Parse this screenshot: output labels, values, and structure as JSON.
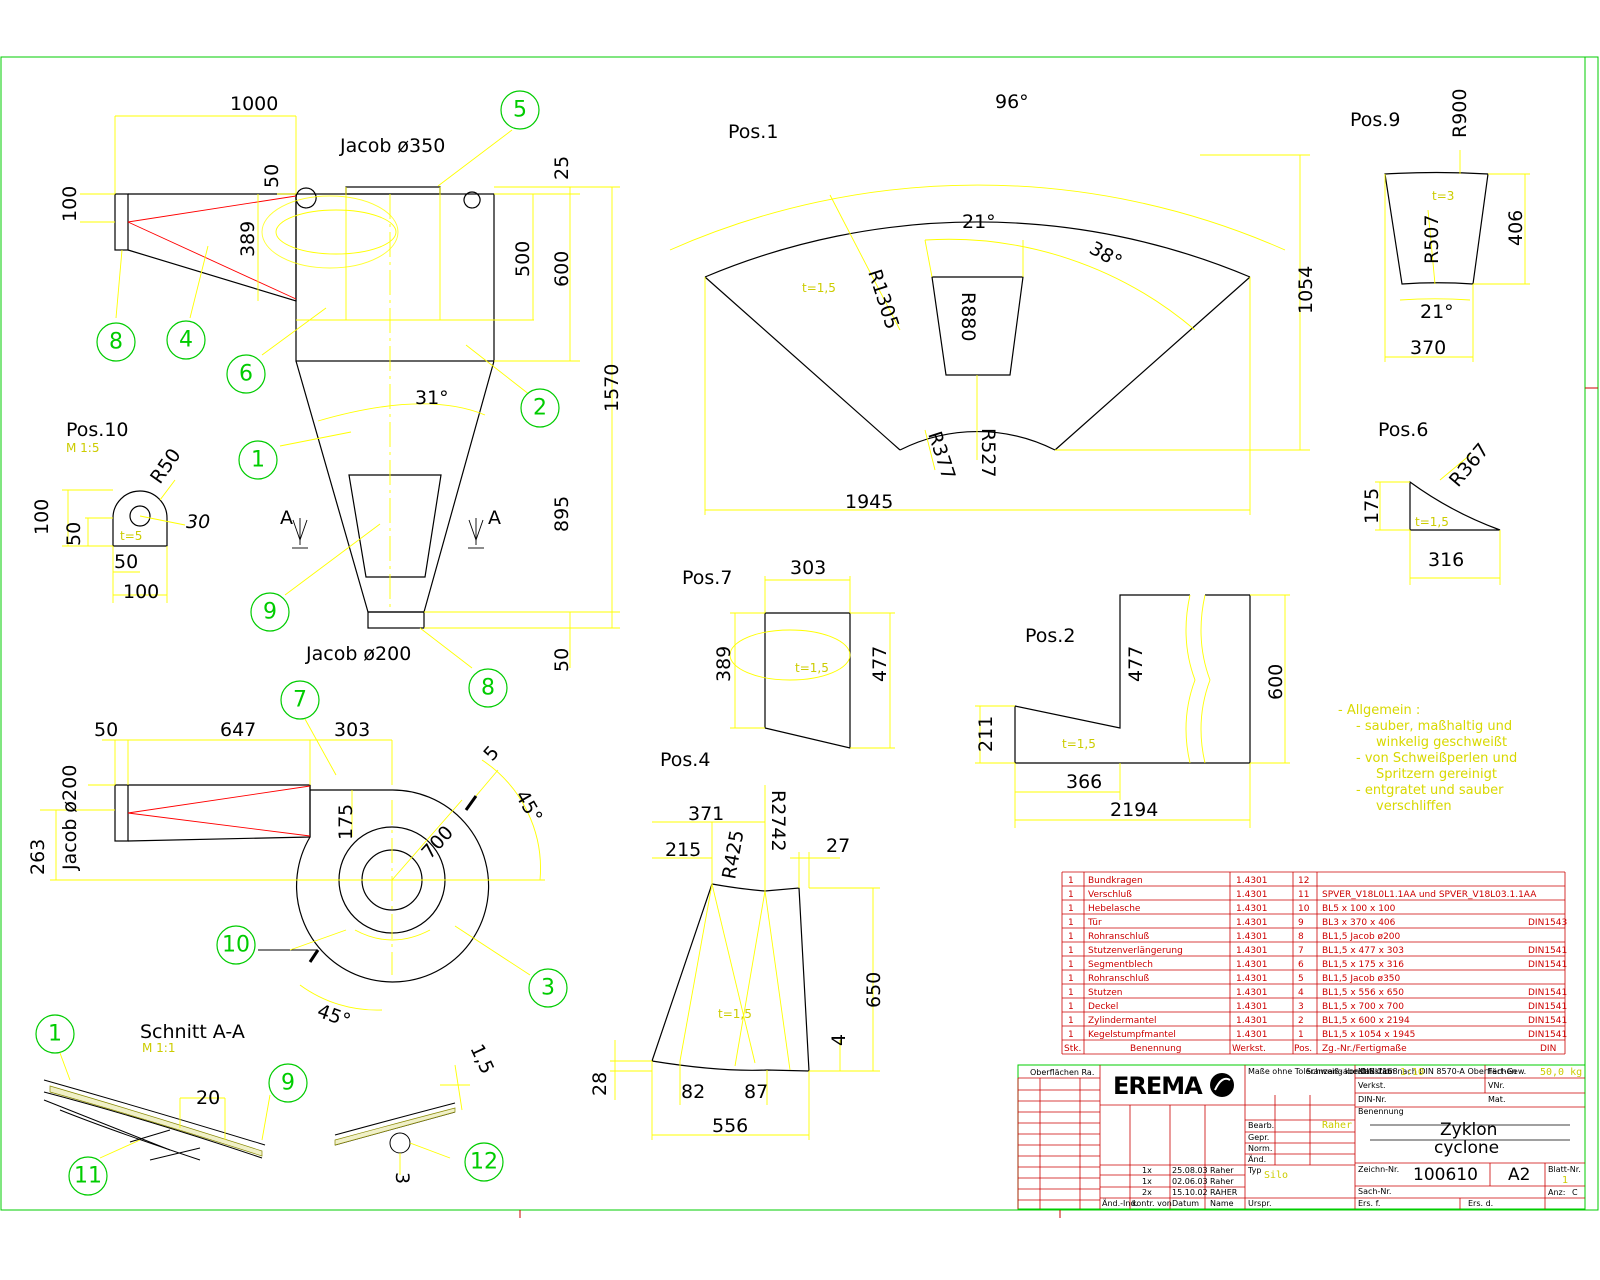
{
  "colors": {
    "frame": "#00cc00",
    "outline": "#000000",
    "dimension": "#ffff00",
    "hidden": "#ff0000",
    "bubble": "#00cc00"
  },
  "labels": {
    "jacob350": "Jacob ø350",
    "jacob200_b": "Jacob ø200",
    "jacob200_v": "Jacob ø200",
    "section_a1": "A",
    "section_a2": "A",
    "pos1": "Pos.1",
    "pos2": "Pos.2",
    "pos4": "Pos.4",
    "pos6": "Pos.6",
    "pos7": "Pos.7",
    "pos9": "Pos.9",
    "pos10": "Pos.10",
    "pos10_scale": "M 1:5",
    "schnitt": "Schnitt A-A",
    "schnitt_scale": "M 1:1"
  },
  "dims": {
    "main_1000": "1000",
    "main_50": "50",
    "main_100": "100",
    "main_389": "389",
    "main_25": "25",
    "main_500": "500",
    "main_600": "600",
    "main_1570": "1570",
    "main_31deg": "31°",
    "main_895": "895",
    "main_50b": "50",
    "p10_R50": "R50",
    "p10_100": "100",
    "p10_50": "50",
    "p10_30": "30",
    "p10_50b": "50",
    "p10_100b": "100",
    "p10_t": "t=5",
    "top_50": "50",
    "top_647": "647",
    "top_303": "303",
    "top_263": "263",
    "top_175": "175",
    "top_700": "700",
    "top_5": "5",
    "top_45a": "45°",
    "top_45b": "45°",
    "s_20": "20",
    "s_15": "1,5",
    "s_3": "3",
    "p1_96": "96°",
    "p1_R1305": "R1305",
    "p1_21": "21°",
    "p1_38": "38°",
    "p1_R880": "R880",
    "p1_R377": "R377",
    "p1_R527": "R527",
    "p1_1054": "1054",
    "p1_1945": "1945",
    "p1_t": "t=1,5",
    "p9_R900": "R900",
    "p9_406": "406",
    "p9_R507": "R507",
    "p9_21": "21°",
    "p9_370": "370",
    "p9_t": "t=3",
    "p6_R367": "R367",
    "p6_175": "175",
    "p6_316": "316",
    "p6_t": "t=1,5",
    "p7_303": "303",
    "p7_389": "389",
    "p7_477": "477",
    "p7_t": "t=1,5",
    "p2_477": "477",
    "p2_600": "600",
    "p2_211": "211",
    "p2_366": "366",
    "p2_2194": "2194",
    "p2_t": "t=1,5",
    "p4_371": "371",
    "p4_R2742": "R2742",
    "p4_215": "215",
    "p4_R425": "R425",
    "p4_27": "27",
    "p4_650": "650",
    "p4_4": "4",
    "p4_28": "28",
    "p4_82": "82",
    "p4_87": "87",
    "p4_556": "556",
    "p4_t": "t=1,5"
  },
  "bubbles": [
    "5",
    "8",
    "4",
    "6",
    "2",
    "1",
    "9",
    "8",
    "7",
    "10",
    "3",
    "1",
    "9",
    "11",
    "12"
  ],
  "notes": {
    "title": "- Allgemein :",
    "lines": [
      "- sauber, maßhaltig und",
      "winkelig geschweißt",
      "- von Schweißperlen und",
      "Spritzern gereinigt",
      "- entgratet und sauber",
      "verschliffen"
    ]
  },
  "parts_list": {
    "rows": [
      {
        "pos": "12",
        "name": "Bundkragen",
        "mat": "1.4301",
        "desc": ""
      },
      {
        "pos": "11",
        "name": "Verschluß",
        "mat": "1.4301",
        "desc": "SPVER_V18L0L1.1AA und SPVER_V18L03.1.1AA"
      },
      {
        "pos": "10",
        "name": "Hebelasche",
        "mat": "1.4301",
        "desc": "BL5 x 100 x 100"
      },
      {
        "pos": "9",
        "name": "Tür",
        "mat": "1.4301",
        "desc": "BL3 x 370 x 406"
      },
      {
        "pos": "8",
        "name": "Rohranschluß",
        "mat": "1.4301",
        "desc": "BL1,5 Jacob ø200"
      },
      {
        "pos": "7",
        "name": "Stutzenverlängerung",
        "mat": "1.4301",
        "desc": "BL1,5 x 477 x 303"
      },
      {
        "pos": "6",
        "name": "Segmentblech",
        "mat": "1.4301",
        "desc": "BL1,5 x 175 x 316"
      },
      {
        "pos": "5",
        "name": "Rohranschluß",
        "mat": "1.4301",
        "desc": "BL1,5 Jacob ø350"
      },
      {
        "pos": "4",
        "name": "Stutzen",
        "mat": "1.4301",
        "desc": "BL1,5 x 556 x 650"
      },
      {
        "pos": "3",
        "name": "Deckel",
        "mat": "1.4301",
        "desc": "BL1,5 x 700 x 700"
      },
      {
        "pos": "2",
        "name": "Zylindermantel",
        "mat": "1.4301",
        "desc": "BL1,5 x 600 x 2194"
      },
      {
        "pos": "1",
        "name": "Kegelstumpfmantel",
        "mat": "1.4301",
        "desc": "BL1,5 x 1054 x 1945"
      }
    ],
    "std": [
      "",
      "",
      "",
      "DIN1543",
      "",
      "DIN1541",
      "DIN1541",
      "",
      "DIN1541",
      "DIN1541",
      "DIN1541",
      "DIN1541"
    ],
    "header": {
      "stk": "Stk.",
      "name": "Benennung",
      "mat": "Werkst.",
      "pos": "Pos.",
      "desc": "Zg.-Nr./Fertigmaße",
      "norm": "DIN"
    }
  },
  "title_block": {
    "logo": "EREMA",
    "name_de": "Zyklon",
    "name_en": "cyclone",
    "drawing_no": "100610",
    "format": "A2",
    "scale_label": "Maßstab",
    "scale": "1:10",
    "weight_label": "Fert-Gew.",
    "weight": "50,0 kg",
    "sheet_label": "Blatt-Nr.",
    "sheet": "1",
    "sheets_label": "Anz:",
    "sheets": "C",
    "surface_label": "Oberflächen Ra.",
    "drawn": "Raher",
    "revisions": [
      {
        "idx": "1x",
        "date": "25.08.03",
        "name": "Raher"
      },
      {
        "idx": "1x",
        "date": "02.06.03",
        "name": "Raher"
      },
      {
        "idx": "2x",
        "date": "15.10.02",
        "name": "RAHER"
      }
    ],
    "typ_label": "Typ",
    "typ": "Silo",
    "verkst": "Verkst.",
    "vnr": "VNr.",
    "din_nr": "DIN-Nr.",
    "mat": "Mat.",
    "benennung": "Benennung",
    "zeich_nr": "Zeichn-Nr.",
    "sach_nr": "Sach-Nr.",
    "ers_f": "Ers. f.",
    "ers_d": "Ers. d.",
    "urspr": "Urspr.",
    "aend": "Änd.-Ind.",
    "kontr": "kontr. von",
    "datum": "Datum",
    "name": "Name",
    "bearb": "Bearb.",
    "gepr": "Gepr.",
    "norm": "Norm.",
    "aend2": "Änd.",
    "tol": "Maße ohne Toleranzangabe DIN 7168",
    "weld": "Schweiß- konstruktion nach DIN 8570-A Oberflächen"
  }
}
